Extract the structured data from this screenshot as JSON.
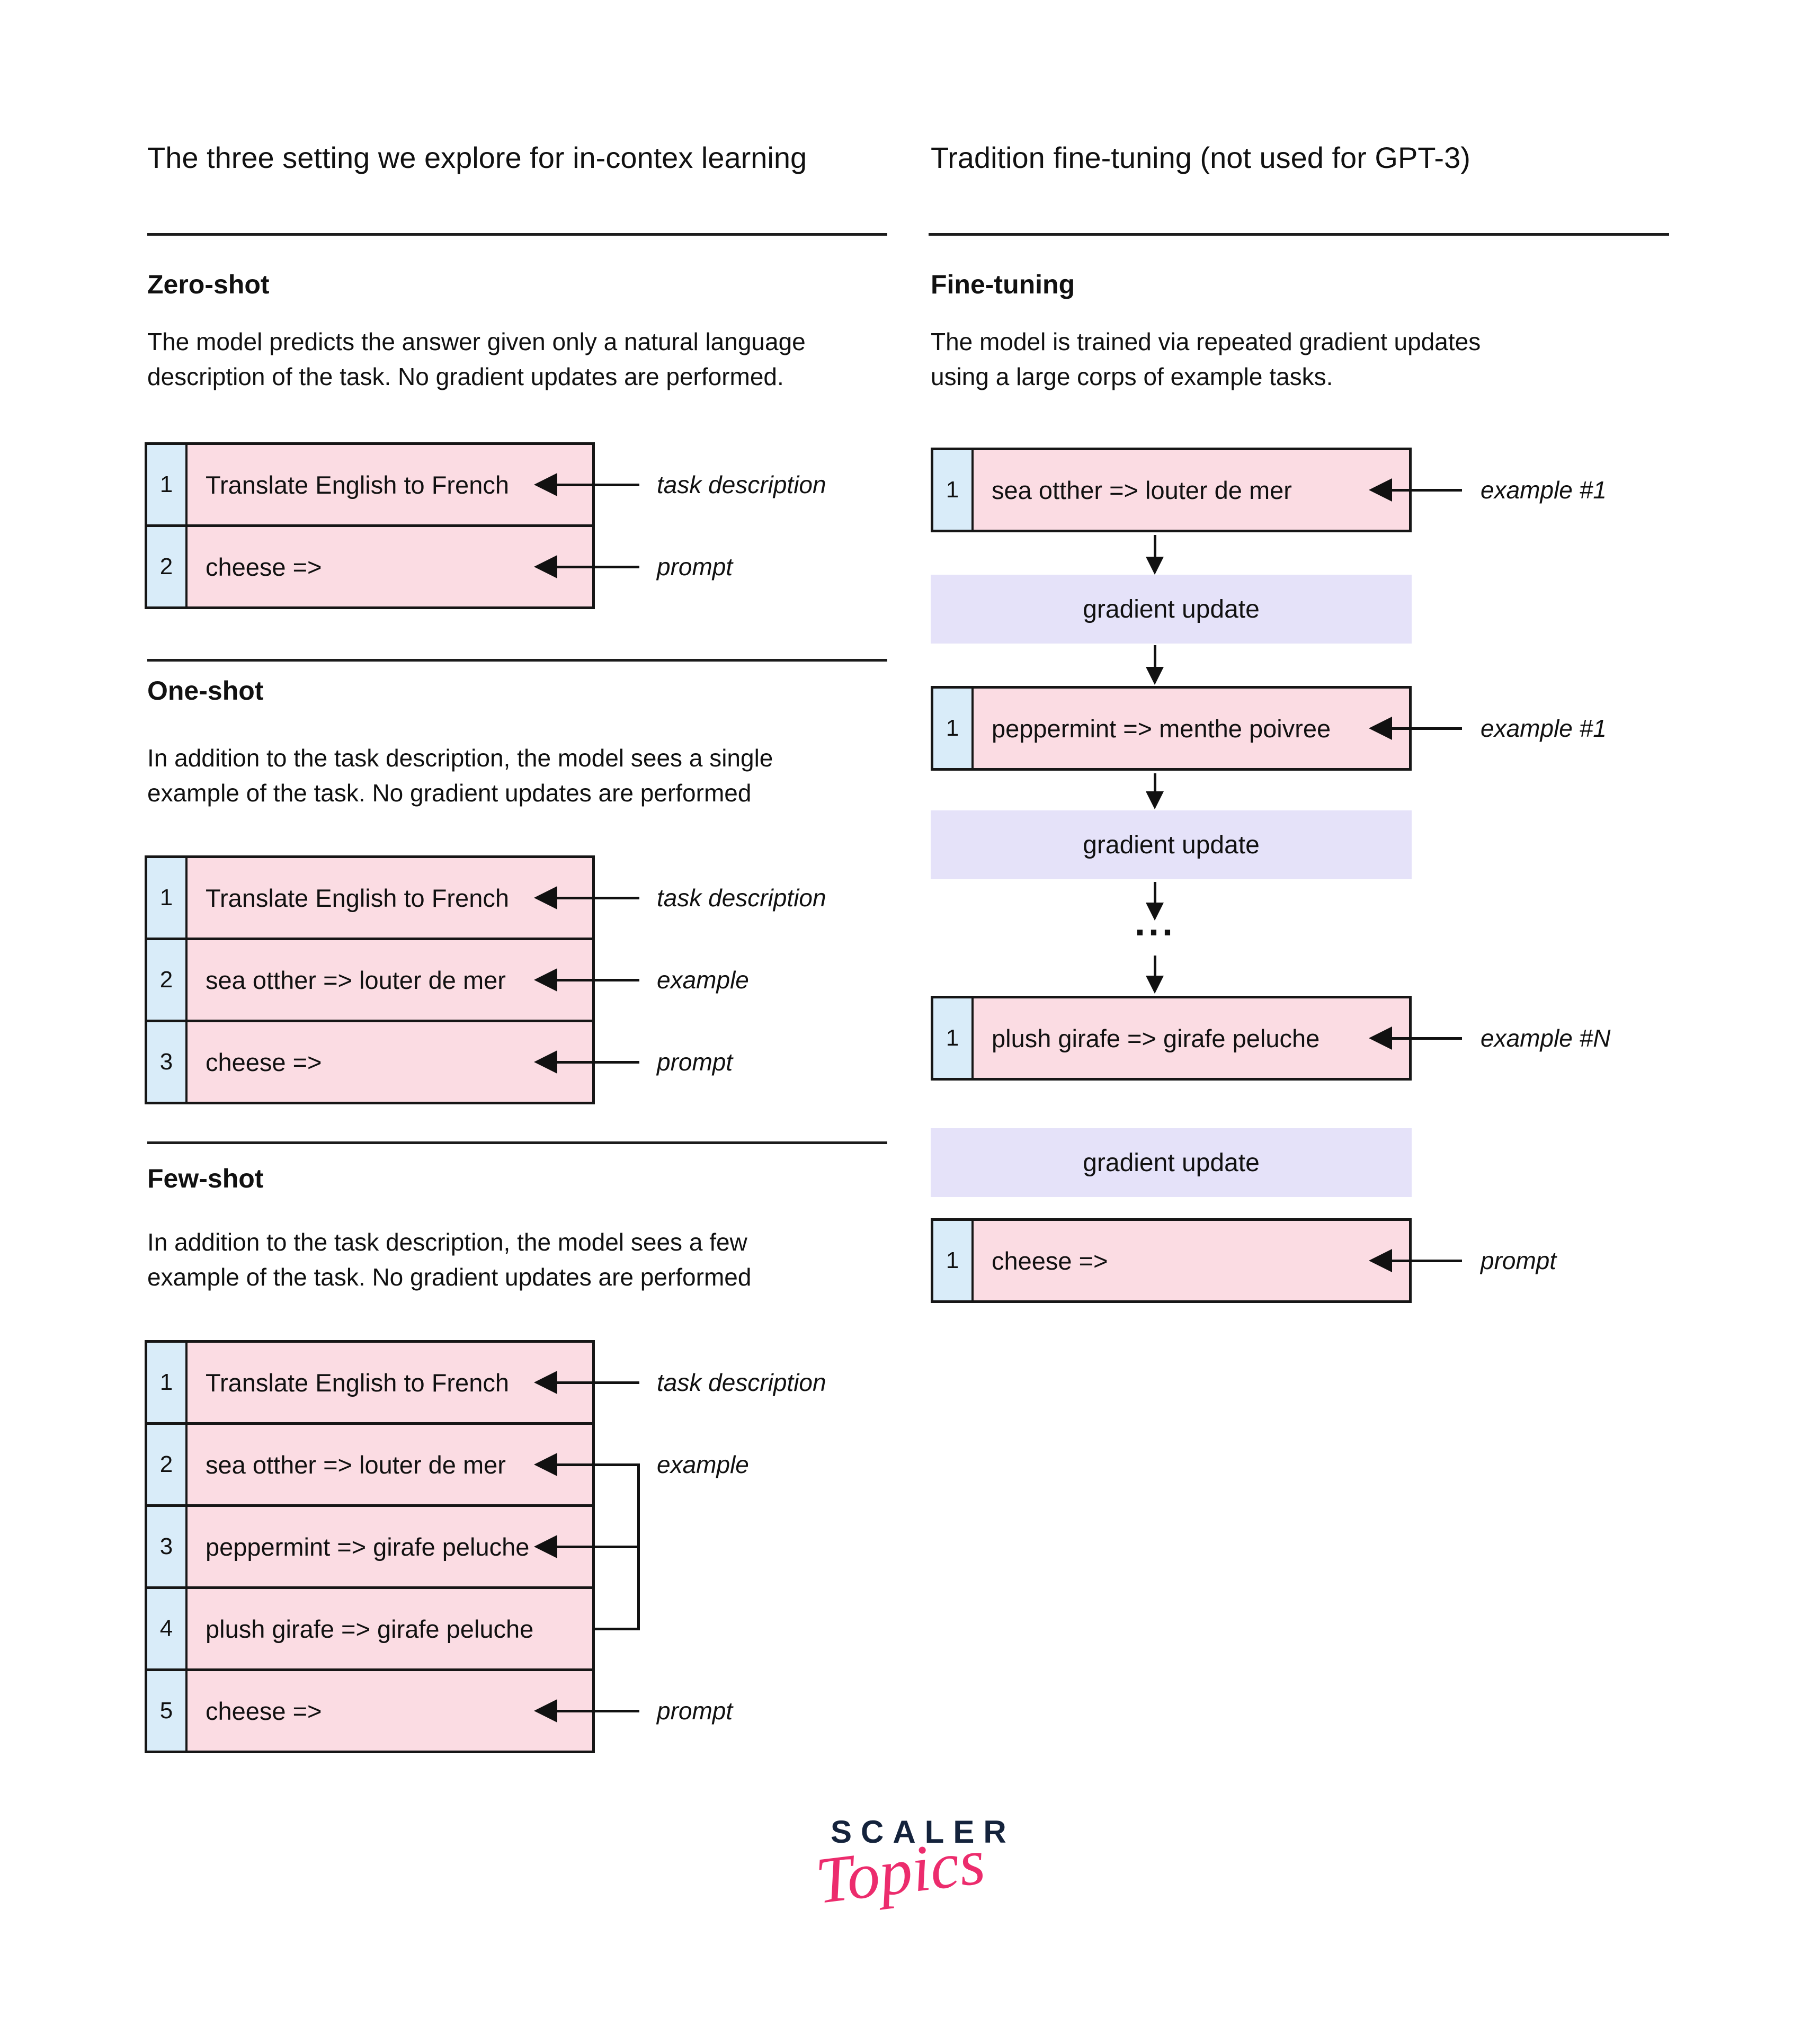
{
  "colors": {
    "row_pink": "#fbdce3",
    "num_blue": "#d9ecf9",
    "gradient_lavender": "#e5e2f9",
    "line_dark": "#161616",
    "brand_navy": "#14233c",
    "brand_pink": "#ec2c6d"
  },
  "left": {
    "title": "The three setting we explore for in-contex learning",
    "sections": [
      {
        "heading": "Zero-shot",
        "description": "The model predicts the answer given only a natural language\ndescription of the task. No gradient updates are performed.",
        "rows": [
          {
            "num": "1",
            "text": "Translate English to French",
            "label": "task description"
          },
          {
            "num": "2",
            "text": "cheese =>",
            "label": "prompt"
          }
        ]
      },
      {
        "heading": "One-shot",
        "description": "In addition to the task description, the model sees a single\nexample of the task. No gradient updates are performed",
        "rows": [
          {
            "num": "1",
            "text": "Translate English to French",
            "label": "task description"
          },
          {
            "num": "2",
            "text": "sea otther => louter de mer",
            "label": "example"
          },
          {
            "num": "3",
            "text": "cheese =>",
            "label": "prompt"
          }
        ]
      },
      {
        "heading": "Few-shot",
        "description": "In addition to the task description, the model sees a few\nexample of the task. No gradient updates are performed",
        "rows": [
          {
            "num": "1",
            "text": "Translate English to French",
            "label": "task description"
          },
          {
            "num": "2",
            "text": "sea otther => louter de mer",
            "label": "example"
          },
          {
            "num": "3",
            "text": "peppermint => girafe peluche",
            "label": ""
          },
          {
            "num": "4",
            "text": "plush girafe => girafe peluche",
            "label": ""
          },
          {
            "num": "5",
            "text": "cheese =>",
            "label": "prompt"
          }
        ]
      }
    ]
  },
  "right": {
    "title": "Tradition fine-tuning (not used for GPT-3)",
    "heading": "Fine-tuning",
    "description": "The model is trained via repeated gradient updates\nusing a large corps of example tasks.",
    "gradient_label": "gradient update",
    "ellipsis": "...",
    "boxes": [
      {
        "num": "1",
        "text": "sea otther => louter de mer",
        "label": "example #1"
      },
      {
        "num": "1",
        "text": "peppermint => menthe poivree",
        "label": "example #1"
      },
      {
        "num": "1",
        "text": "plush girafe => girafe peluche",
        "label": "example #N"
      },
      {
        "num": "1",
        "text": "cheese =>",
        "label": "prompt"
      }
    ]
  },
  "logo": {
    "line1": "SCALER",
    "line2": "Topics"
  }
}
